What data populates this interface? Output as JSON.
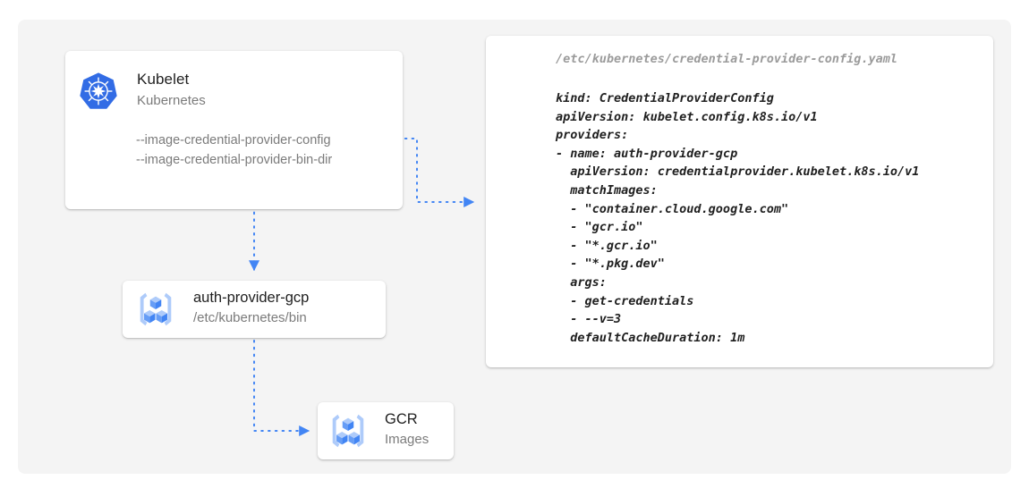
{
  "canvas": {
    "background_color": "#f4f4f4",
    "page_background_color": "#ffffff"
  },
  "colors": {
    "accent_blue": "#4285f4",
    "connector_blue": "#4285f4",
    "kubernetes_blue": "#326ce5",
    "text_primary": "#212121",
    "text_secondary": "#7b7b7b",
    "yaml_path_color": "#9b9b9b",
    "yaml_body_color": "#202020",
    "card_background": "#ffffff"
  },
  "kubelet_card": {
    "icon": "kubernetes-logo-icon",
    "title": "Kubelet",
    "subtitle": "Kubernetes",
    "flags": [
      "--image-credential-provider-config",
      "--image-credential-provider-bin-dir"
    ]
  },
  "auth_provider_card": {
    "icon": "container-registry-icon",
    "title": "auth-provider-gcp",
    "subtitle": "/etc/kubernetes/bin"
  },
  "gcr_card": {
    "icon": "container-registry-icon",
    "title": "GCR",
    "subtitle": "Images"
  },
  "yaml_panel": {
    "path": "/etc/kubernetes/credential-provider-config.yaml",
    "lines": [
      "kind: CredentialProviderConfig",
      "apiVersion: kubelet.config.k8s.io/v1",
      "providers:",
      "- name: auth-provider-gcp",
      "  apiVersion: credentialprovider.kubelet.k8s.io/v1",
      "  matchImages:",
      "  - \"container.cloud.google.com\"",
      "  - \"gcr.io\"",
      "  - \"*.gcr.io\"",
      "  - \"*.pkg.dev\"",
      "  args:",
      "  - get-credentials",
      "  - --v=3",
      "  defaultCacheDuration: 1m"
    ]
  },
  "connectors": [
    {
      "name": "kubelet-config-to-yaml",
      "from": "--image-credential-provider-config",
      "to": "yaml-panel",
      "style": "dotted",
      "arrowhead": "right"
    },
    {
      "name": "kubelet-to-auth-provider",
      "from": "kubelet-card",
      "to": "auth-provider-card",
      "style": "dotted",
      "arrowhead": "down"
    },
    {
      "name": "auth-provider-to-gcr",
      "from": "auth-provider-card",
      "to": "gcr-card",
      "style": "dotted",
      "arrowhead": "right"
    }
  ]
}
